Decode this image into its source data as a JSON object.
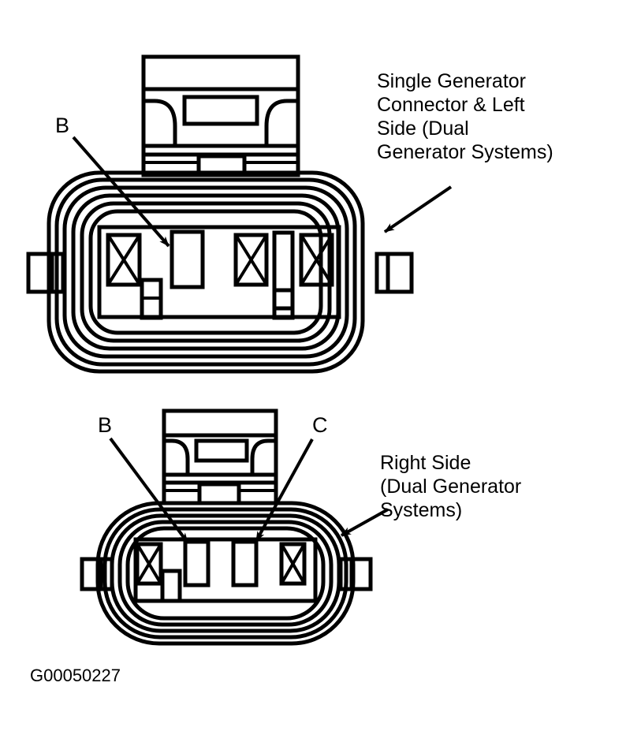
{
  "figure": {
    "id_code": "G00050227",
    "kind": "electrical-connector-face-view-diagram",
    "background_color": "#ffffff",
    "line_color": "#000000"
  },
  "annotations": {
    "top_label": "Single Generator\nConnector & Left\nSide (Dual\nGenerator Systems)",
    "top_label_lines": [
      "Single Generator",
      "Connector & Left",
      "Side (Dual",
      "Generator Systems)"
    ],
    "bottom_label": "Right Side\n(Dual Generator\nSystems)",
    "bottom_label_lines": [
      "Right Side",
      "(Dual Generator",
      "Systems)"
    ]
  },
  "callouts": {
    "top_b": "B",
    "bottom_b": "B",
    "bottom_c": "C"
  },
  "connectors": {
    "top": {
      "name": "single-generator-connector-left-side",
      "cavity_count": 5,
      "cavities": [
        {
          "index": 1,
          "style": "crossed",
          "label": ""
        },
        {
          "index": 2,
          "style": "plain",
          "label": "B"
        },
        {
          "index": 3,
          "style": "crossed",
          "label": ""
        },
        {
          "index": 4,
          "style": "narrow-bar",
          "label": ""
        },
        {
          "index": 5,
          "style": "crossed",
          "label": ""
        }
      ]
    },
    "bottom": {
      "name": "right-side-dual-generator-connector",
      "cavity_count": 4,
      "cavities": [
        {
          "index": 1,
          "style": "crossed",
          "label": ""
        },
        {
          "index": 2,
          "style": "plain",
          "label": "B"
        },
        {
          "index": 3,
          "style": "plain",
          "label": "C"
        },
        {
          "index": 4,
          "style": "crossed",
          "label": ""
        }
      ]
    }
  }
}
